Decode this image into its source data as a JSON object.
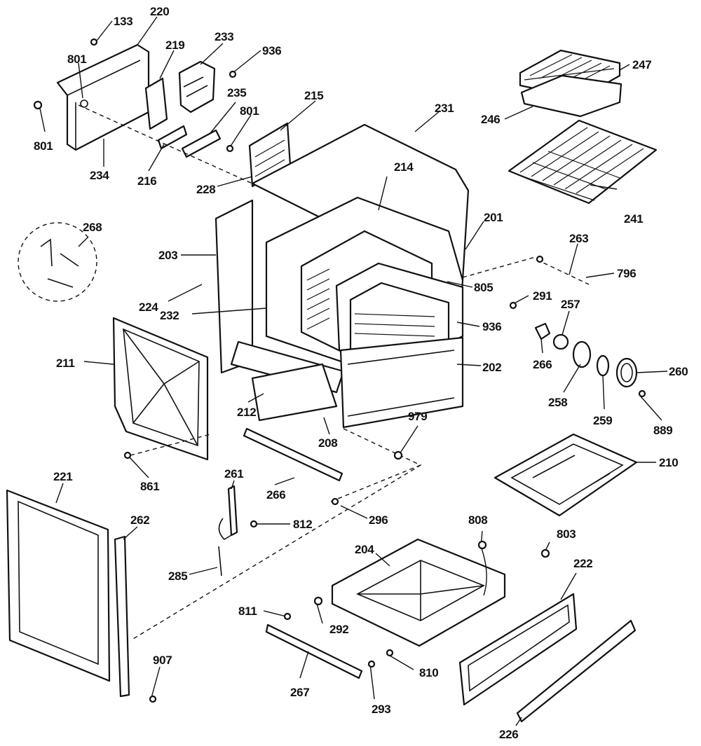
{
  "labels": [
    "133",
    "220",
    "219",
    "233",
    "936",
    "247",
    "801",
    "235",
    "801",
    "215",
    "231",
    "246",
    "801",
    "234",
    "216",
    "228",
    "214",
    "241",
    "268",
    "201",
    "263",
    "203",
    "796",
    "805",
    "224",
    "291",
    "257",
    "232",
    "936",
    "266",
    "211",
    "202",
    "260",
    "258",
    "259",
    "212",
    "979",
    "208",
    "889",
    "210",
    "861",
    "261",
    "266",
    "221",
    "812",
    "296",
    "262",
    "808",
    "204",
    "803",
    "285",
    "222",
    "811",
    "292",
    "907",
    "810",
    "267",
    "293",
    "226"
  ]
}
